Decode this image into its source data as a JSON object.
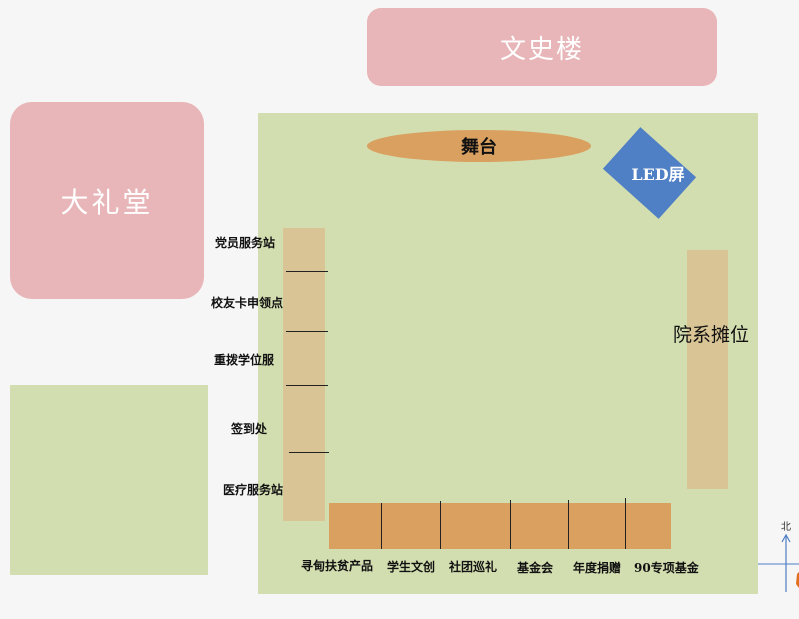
{
  "buildings": {
    "wenshi": "文史楼",
    "dalitang": "大礼堂"
  },
  "stage": "舞台",
  "led_screen": "LED屏",
  "department_booths": "院系摊位",
  "left_stations": [
    "党员服务站",
    "校友卡申领点",
    "重拨学位服",
    "签到处",
    "医疗服务站"
  ],
  "bottom_stalls": [
    "寻甸扶贫产品",
    "学生文创",
    "社团巡礼",
    "基金会",
    "年度捐赠",
    "90专项基金"
  ],
  "compass": "北",
  "colors": {
    "building": "#e8b6b8",
    "plaza": "#d3deb0",
    "stage": "#d9a060",
    "led": "#4f7fc4",
    "booth": "#d8c495"
  }
}
